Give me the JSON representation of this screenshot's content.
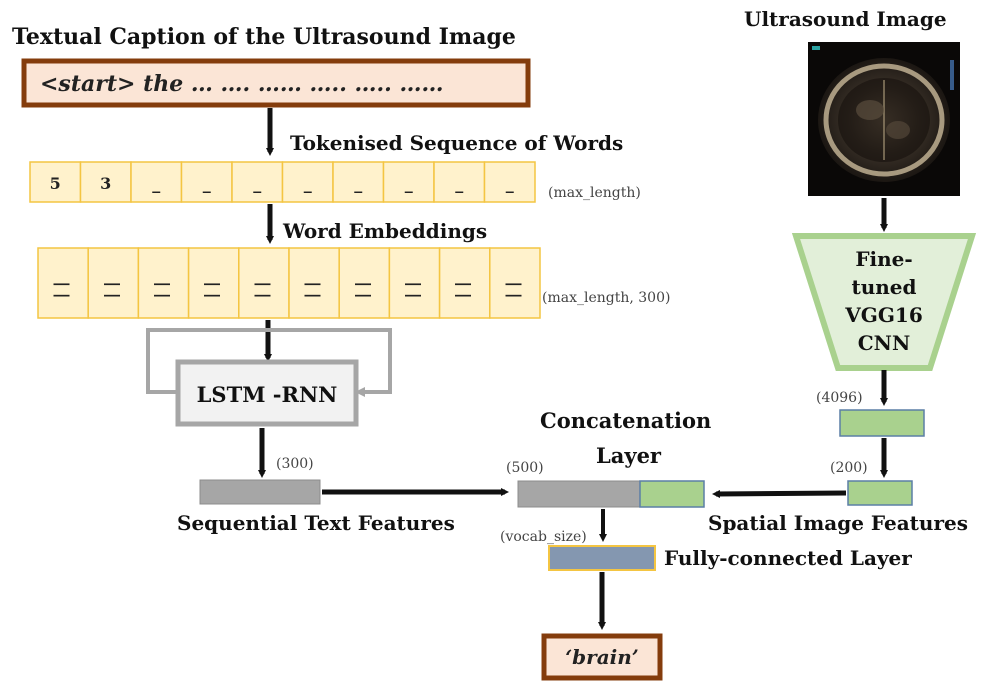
{
  "labels": {
    "caption_title": "Textual Caption of the Ultrasound Image",
    "caption_text": "<start> the … …. …… ….. ….. ……",
    "ultrasound_title": "Ultrasound Image",
    "tokenised": "Tokenised Sequence of Words",
    "max_length": "(max_length)",
    "word_embeddings": "Word Embeddings",
    "max_length_300": "(max_length, 300)",
    "cnn_line1": "Fine-",
    "cnn_line2": "tuned",
    "cnn_line3": "VGG16",
    "cnn_line4": "CNN",
    "lstm": "LSTM -RNN",
    "dim_4096": "(4096)",
    "concat_line1": "Concatenation",
    "concat_line2": "Layer",
    "dim_300": "(300)",
    "dim_500": "(500)",
    "dim_200": "(200)",
    "seq_text_features": "Sequential Text Features",
    "spatial_image_features": "Spatial Image Features",
    "vocab_size": "(vocab_size)",
    "fully_connected": "Fully-connected Layer",
    "output_word": "‘brain’"
  },
  "token_cells": [
    "5",
    "3",
    "_",
    "_",
    "_",
    "_",
    "_",
    "_",
    "_",
    "_"
  ],
  "embedding_cells": [
    "| |",
    "| |",
    "| |",
    "| |",
    "| |",
    "| |",
    "| |",
    "| |",
    "| |",
    "| |"
  ],
  "colors": {
    "caption_fill": "#fbe5d6",
    "caption_border": "#843c0c",
    "token_fill": "#fff2cc",
    "token_border": "#f4c542",
    "cnn_fill": "#e2efd9",
    "cnn_border": "#a9d18e",
    "lstm_fill": "#f2f2f2",
    "lstm_border": "#a6a6a6",
    "feature_grey": "#a6a6a6",
    "feature_green": "#a9d18e",
    "fc_fill": "#8497b0"
  }
}
